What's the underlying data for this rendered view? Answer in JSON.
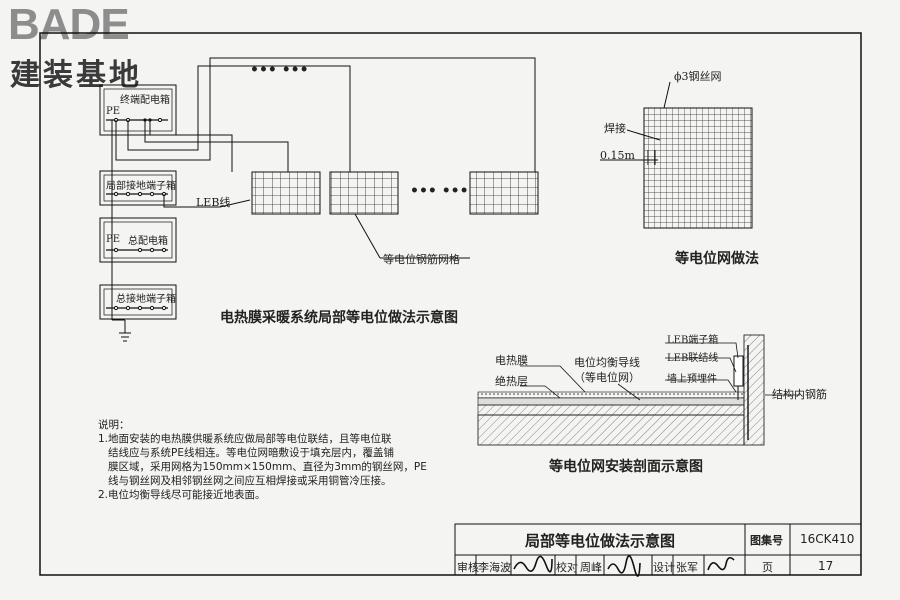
{
  "logo": {
    "brand": "BADE",
    "subtitle": "建装基地"
  },
  "diagram": {
    "boxes": {
      "terminal_box": "终端配电箱",
      "pe": "PE",
      "local_terminal_box": "局部接地端子箱",
      "main_box": "总配电箱",
      "main_ground_box": "总接地端子箱"
    },
    "dots_top": "•••  •••",
    "dots_mid": "•••  •••",
    "leb_line": "LEB线",
    "grid_label": "等电位钢筋网格",
    "title": "电热膜采暖系统局部等电位做法示意图"
  },
  "mesh_detail": {
    "wire_label": "ϕ3钢丝网",
    "weld_label": "焊接",
    "spacing_label": "0.15m",
    "title": "等电位网做法"
  },
  "section": {
    "film": "电热膜",
    "insulation": "绝热层",
    "bond_wire": "电位均衡导线",
    "bond_wire_sub": "（等电位网）",
    "leb_box": "LEB端子箱",
    "leb_link": "LEB联结线",
    "embedded": "墙上预埋件",
    "rebar": "结构内钢筋",
    "title": "等电位网安装剖面示意图"
  },
  "notes": {
    "heading": "说明：",
    "l1": "1.地面安装的电热膜供暖系统应做局部等电位联结，且等电位联",
    "l2": "结线应与系统PE线相连。等电位网暗敷设于填充层内，覆盖铺",
    "l3": "膜区域，采用网格为150mm×150mm、直径为3mm的钢丝网，PE",
    "l4": "线与钢丝网及相邻钢丝网之间应互相焊接或采用铜管冷压接。",
    "l5": "2.电位均衡导线尽可能接近地表面。"
  },
  "title_block": {
    "drawing_title": "局部等电位做法示意图",
    "atlas_label": "图集号",
    "atlas_no": "16CK410",
    "review": "审核",
    "reviewer": "李海波",
    "check": "校对",
    "checker": "周峰",
    "design": "设计",
    "designer": "张军",
    "page_label": "页",
    "page_no": "17"
  }
}
